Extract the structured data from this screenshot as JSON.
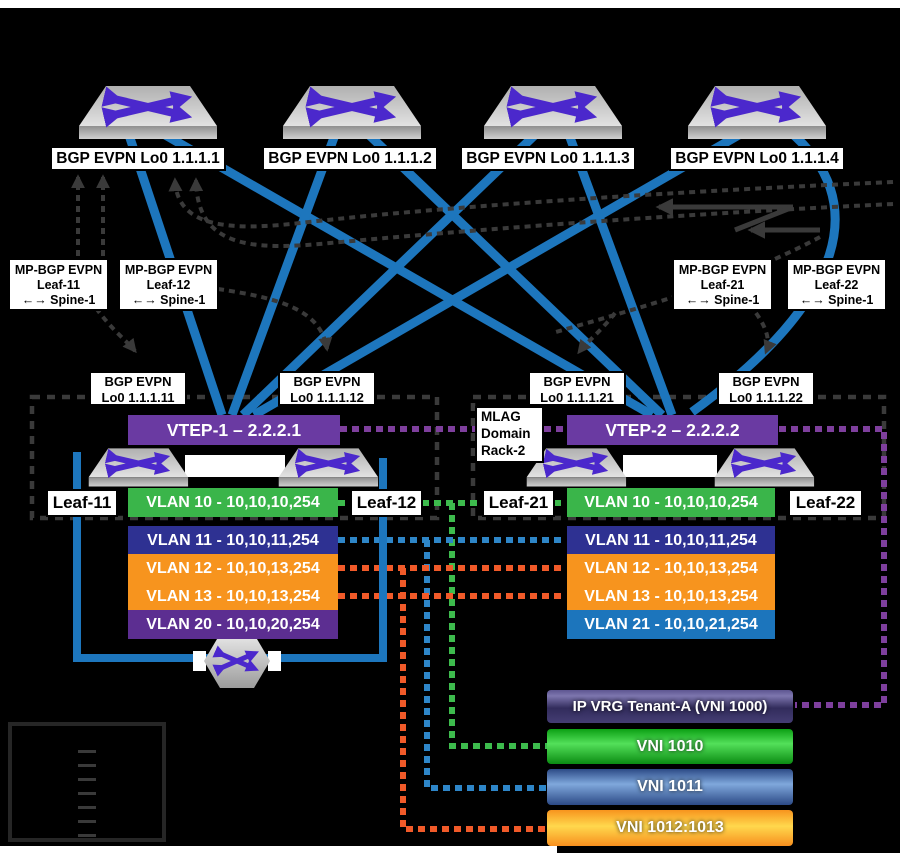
{
  "colors": {
    "link_blue": "#1D76BD",
    "vlan_green": "#3AB54A",
    "vlan_navy": "#2E3192",
    "vlan_orange": "#F7941E",
    "vlan_purple": "#5C2E91",
    "vlan_lightblue": "#1C75BC",
    "vtep_purple": "#6A3AA2",
    "dash_green": "#3DBB4D",
    "dash_blue": "#2E86C8",
    "dash_orange": "#F15A29",
    "dash_purple": "#7E3F9D"
  },
  "spines": [
    {
      "label": "BGP EVPN Lo0 1.1.1.1"
    },
    {
      "label": "BGP EVPN Lo0 1.1.1.2"
    },
    {
      "label": "BGP EVPN Lo0 1.1.1.3"
    },
    {
      "label": "BGP EVPN Lo0 1.1.1.4"
    }
  ],
  "mpbgp_labels": [
    {
      "line1": "MP-BGP EVPN",
      "line2": "Leaf-11",
      "line3": "←→ Spine-1"
    },
    {
      "line1": "MP-BGP EVPN",
      "line2": "Leaf-12",
      "line3": "←→ Spine-1"
    },
    {
      "line1": "MP-BGP EVPN",
      "line2": "Leaf-21",
      "line3": "←→ Spine-1"
    },
    {
      "line1": "MP-BGP EVPN",
      "line2": "Leaf-22",
      "line3": "←→ Spine-1"
    }
  ],
  "mlag_domain": {
    "line1": "MLAG",
    "line2": "Domain",
    "line3": "Rack-2"
  },
  "racks": [
    {
      "lo0_left": {
        "line1": "BGP EVPN",
        "line2": "Lo0 1.1.1.11"
      },
      "lo0_right": {
        "line1": "BGP EVPN",
        "line2": "Lo0 1.1.1.12"
      },
      "vtep": "VTEP-1 – 2.2.2.1",
      "leaf_left": "Leaf-11",
      "leaf_right": "Leaf-12",
      "vlans": [
        "VLAN 10 - 10,10,10,254",
        "VLAN 11 - 10,10,11,254",
        "VLAN 12 - 10,10,13,254",
        "VLAN 13 - 10,10,13,254",
        "VLAN 20 - 10,10,20,254"
      ]
    },
    {
      "lo0_left": {
        "line1": "BGP EVPN",
        "line2": "Lo0 1.1.1.21"
      },
      "lo0_right": {
        "line1": "BGP EVPN",
        "line2": "Lo0 1.1.1.22"
      },
      "vtep": "VTEP-2 – 2.2.2.2",
      "leaf_left": "Leaf-21",
      "leaf_right": "Leaf-22",
      "vlans": [
        "VLAN 10 - 10,10,10,254",
        "VLAN 11 - 10,10,11,254",
        "VLAN 12 - 10,10,13,254",
        "VLAN 13 - 10,10,13,254",
        "VLAN 21 - 10,10,21,254"
      ]
    }
  ],
  "vni_boxes": [
    {
      "label": "IP VRG Tenant-A (VNI 1000)"
    },
    {
      "label": "VNI 1010"
    },
    {
      "label": "VNI 1011"
    },
    {
      "label": "VNI 1012:1013"
    }
  ]
}
